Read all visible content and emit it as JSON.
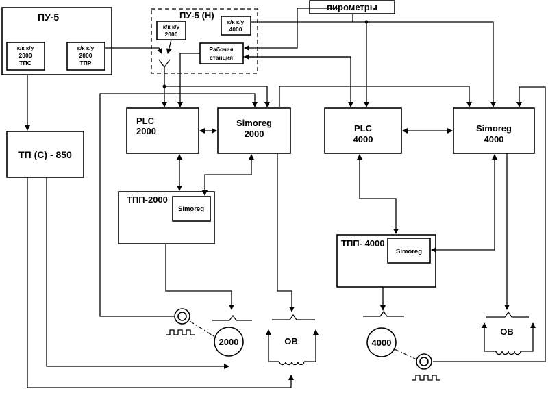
{
  "pu5": {
    "title": "ПУ-5",
    "kk1": [
      "к/к  к/у",
      "2000",
      "ТПС"
    ],
    "kk2": [
      "к/к  к/у",
      "2000",
      "ТПР"
    ]
  },
  "pu5n": {
    "title": "ПУ-5 (Н)",
    "kk2000": [
      "к/к  к/у",
      "2000"
    ],
    "kk4000": [
      "к/к  к/у",
      "4000"
    ],
    "station": [
      "Рабочая",
      "станция"
    ]
  },
  "pyrometers": "пирометры",
  "tp_s": "ТП (С) - 850",
  "plc2000": [
    "PLC",
    "2000"
  ],
  "simoreg2000": [
    "Simoreg",
    "2000"
  ],
  "plc4000": [
    "PLC",
    "4000"
  ],
  "simoreg4000": [
    "Simoreg",
    "4000"
  ],
  "tpp2000": {
    "title": "ТПП-2000",
    "inner": "Simoreg"
  },
  "tpp4000": {
    "title": "ТПП- 4000",
    "inner": "Simoreg"
  },
  "motor2000": "2000",
  "motor4000": "4000",
  "ov_left": "ОВ",
  "ov_right": "ОВ",
  "colors": {
    "line": "#000000",
    "background": "#ffffff"
  }
}
